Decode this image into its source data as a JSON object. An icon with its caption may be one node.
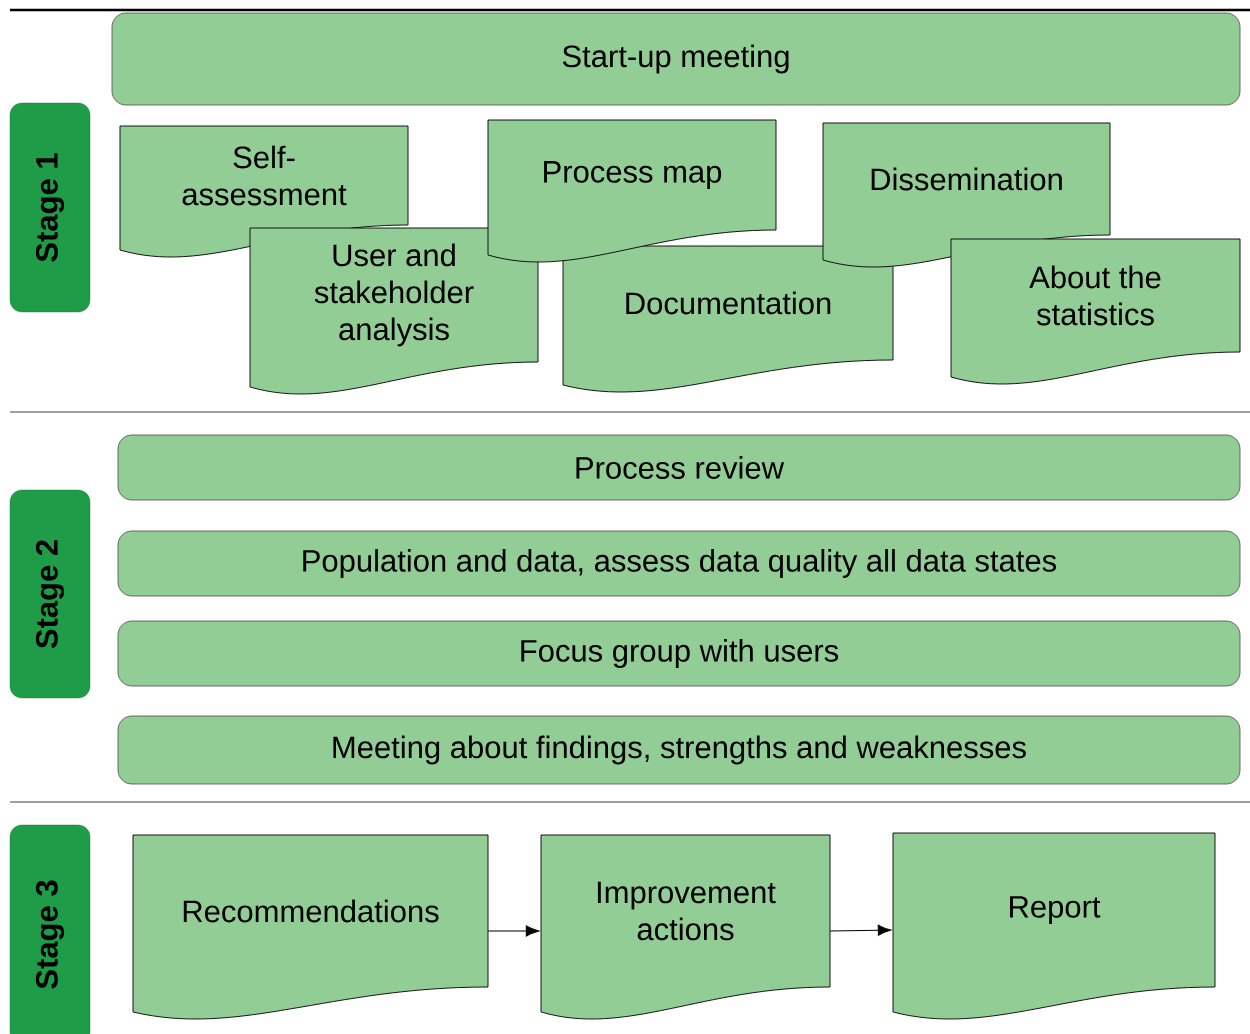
{
  "diagram": {
    "nodes": [
      {
        "text": [
          "Stage 1"
        ]
      },
      {
        "text": [
          "Start-up meeting"
        ]
      },
      {
        "text": [
          "Self-assessment"
        ]
      },
      {
        "text": [
          "Process map"
        ]
      },
      {
        "text": [
          "Dissemination"
        ]
      },
      {
        "text": [
          "User and stakeholder analysis"
        ]
      },
      {
        "text": [
          "Documentation"
        ]
      },
      {
        "text": [
          "About the statistics"
        ]
      },
      {
        "text": [
          "Stage 2"
        ]
      },
      {
        "text": [
          "Process review"
        ]
      },
      {
        "text": [
          "Population and data, assess data quality all data states"
        ]
      },
      {
        "text": [
          "Focus group with users"
        ]
      },
      {
        "text": [
          "Meeting about findings, strengths and weaknesses"
        ]
      },
      {
        "text": [
          "Stage 3"
        ]
      },
      {
        "text": [
          "Recommendations"
        ]
      },
      {
        "text": [
          "Improvement actions"
        ]
      },
      {
        "text": [
          "Report"
        ]
      }
    ],
    "edges": [
      {
        "from": 14,
        "to": 15,
        "arrow": "to"
      },
      {
        "from": 15,
        "to": 16,
        "arrow": "to"
      }
    ]
  }
}
